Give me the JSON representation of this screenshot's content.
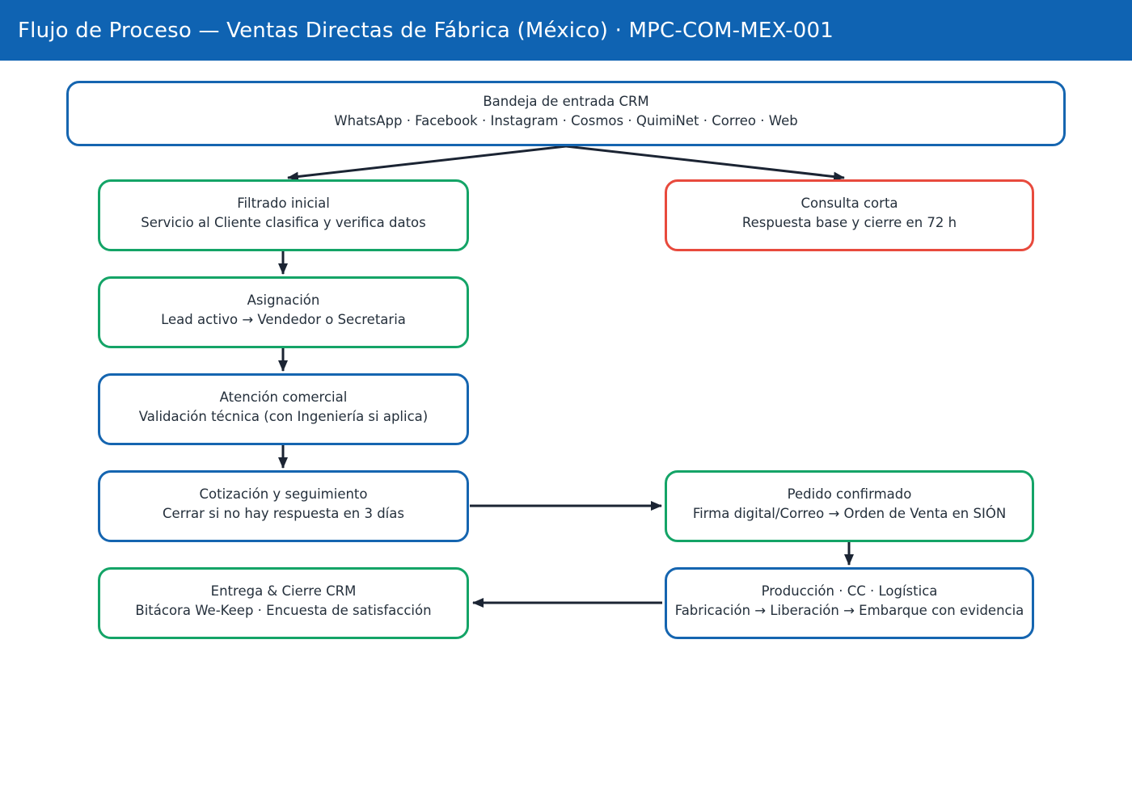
{
  "header": {
    "title": "Flujo de Proceso — Ventas Directas de Fábrica (México) · MPC-COM-MEX-001"
  },
  "colors": {
    "header_bg": "#0f63b2",
    "blue": "#1565b0",
    "green": "#14a467",
    "red": "#e84a3d",
    "arrow": "#1b2433",
    "text": "#25303c"
  },
  "nodes": {
    "inbox": {
      "title": "Bandeja de entrada CRM",
      "subtitle": "WhatsApp · Facebook · Instagram · Cosmos · QuimiNet · Correo · Web",
      "accent": "blue"
    },
    "filtrado": {
      "title": "Filtrado inicial",
      "subtitle": "Servicio al Cliente clasifica y verifica datos",
      "accent": "green"
    },
    "consulta": {
      "title": "Consulta corta",
      "subtitle": "Respuesta base y cierre en 72 h",
      "accent": "red"
    },
    "asignacion": {
      "title": "Asignación",
      "subtitle": "Lead activo → Vendedor o Secretaria",
      "accent": "green"
    },
    "atencion": {
      "title": "Atención comercial",
      "subtitle": "Validación técnica (con Ingeniería si aplica)",
      "accent": "blue"
    },
    "cotizacion": {
      "title": "Cotización y seguimiento",
      "subtitle": "Cerrar si no hay respuesta en 3 días",
      "accent": "blue"
    },
    "pedido": {
      "title": "Pedido confirmado",
      "subtitle": "Firma digital/Correo → Orden de Venta en SIÓN",
      "accent": "green"
    },
    "produccion": {
      "title": "Producción · CC · Logística",
      "subtitle": "Fabricación → Liberación → Embarque con evidencia",
      "accent": "blue"
    },
    "entrega": {
      "title": "Entrega & Cierre CRM",
      "subtitle": "Bitácora We-Keep · Encuesta de satisfacción",
      "accent": "green"
    }
  },
  "edges": [
    {
      "from": "inbox",
      "to": "filtrado"
    },
    {
      "from": "inbox",
      "to": "consulta"
    },
    {
      "from": "filtrado",
      "to": "asignacion"
    },
    {
      "from": "asignacion",
      "to": "atencion"
    },
    {
      "from": "atencion",
      "to": "cotizacion"
    },
    {
      "from": "cotizacion",
      "to": "pedido"
    },
    {
      "from": "pedido",
      "to": "produccion"
    },
    {
      "from": "produccion",
      "to": "entrega"
    }
  ]
}
